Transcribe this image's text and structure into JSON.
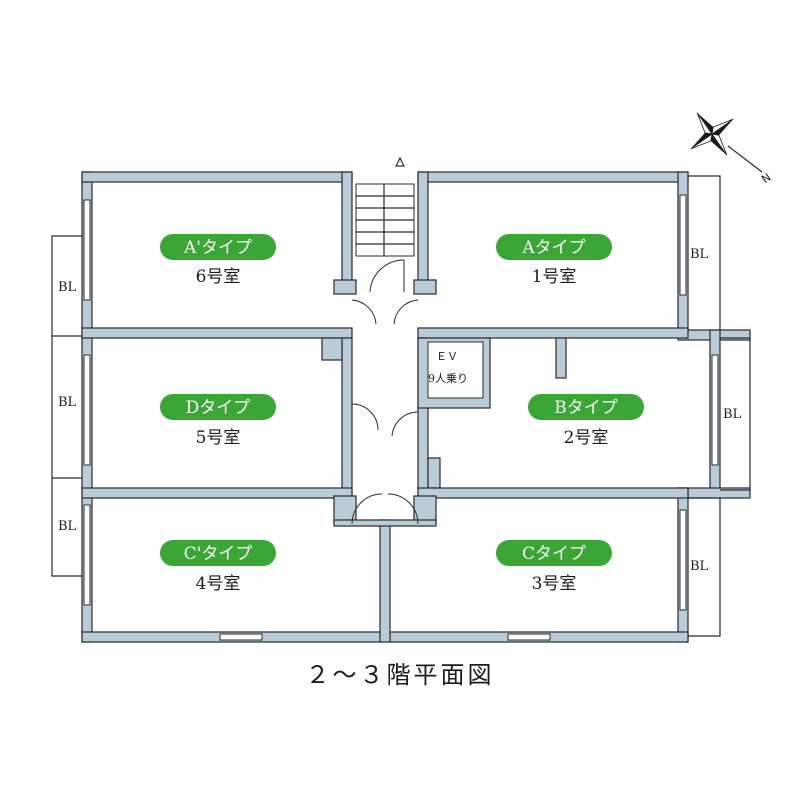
{
  "caption": "２～３階平面図",
  "north_label": "N",
  "elevator": {
    "label": "ＥＶ",
    "capacity": "9人乗り"
  },
  "balcony_label": "BL",
  "units": [
    {
      "type": "A'タイプ",
      "room": "6号室"
    },
    {
      "type": "Aタイプ",
      "room": "1号室"
    },
    {
      "type": "Dタイプ",
      "room": "5号室"
    },
    {
      "type": "Bタイプ",
      "room": "2号室"
    },
    {
      "type": "C'タイプ",
      "room": "4号室"
    },
    {
      "type": "Cタイプ",
      "room": "3号室"
    }
  ],
  "colors": {
    "wall": "#b9ccd8",
    "label_pill": "#3aa636",
    "line": "#2a2a2a"
  }
}
